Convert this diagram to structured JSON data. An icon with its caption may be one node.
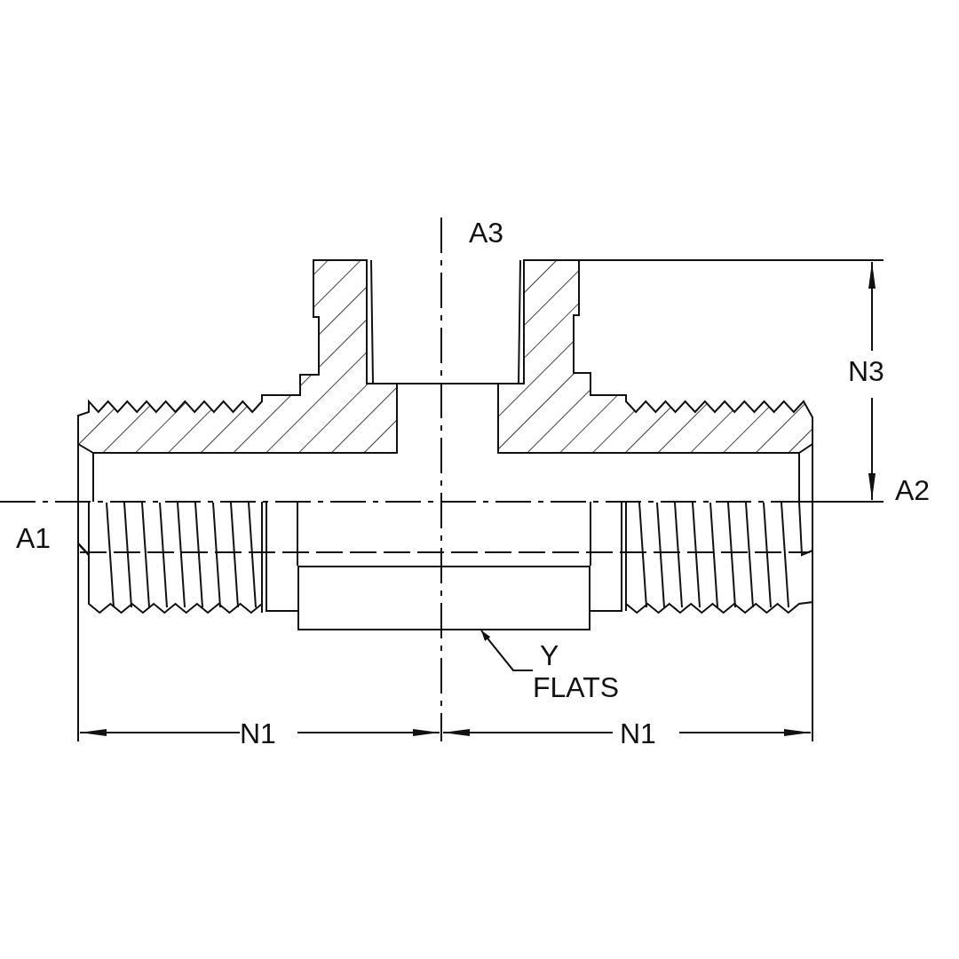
{
  "diagram": {
    "nodes": [
      {
        "text": [
          "Y",
          "FLATS"
        ]
      },
      {
        "text": [],
        "shape": "box"
      }
    ],
    "edges": [
      {
        "from": 0,
        "to": 1,
        "arrow": "to"
      }
    ],
    "labels": [
      "A3",
      "N3",
      "A2",
      "A1",
      "N1",
      "N1"
    ]
  }
}
